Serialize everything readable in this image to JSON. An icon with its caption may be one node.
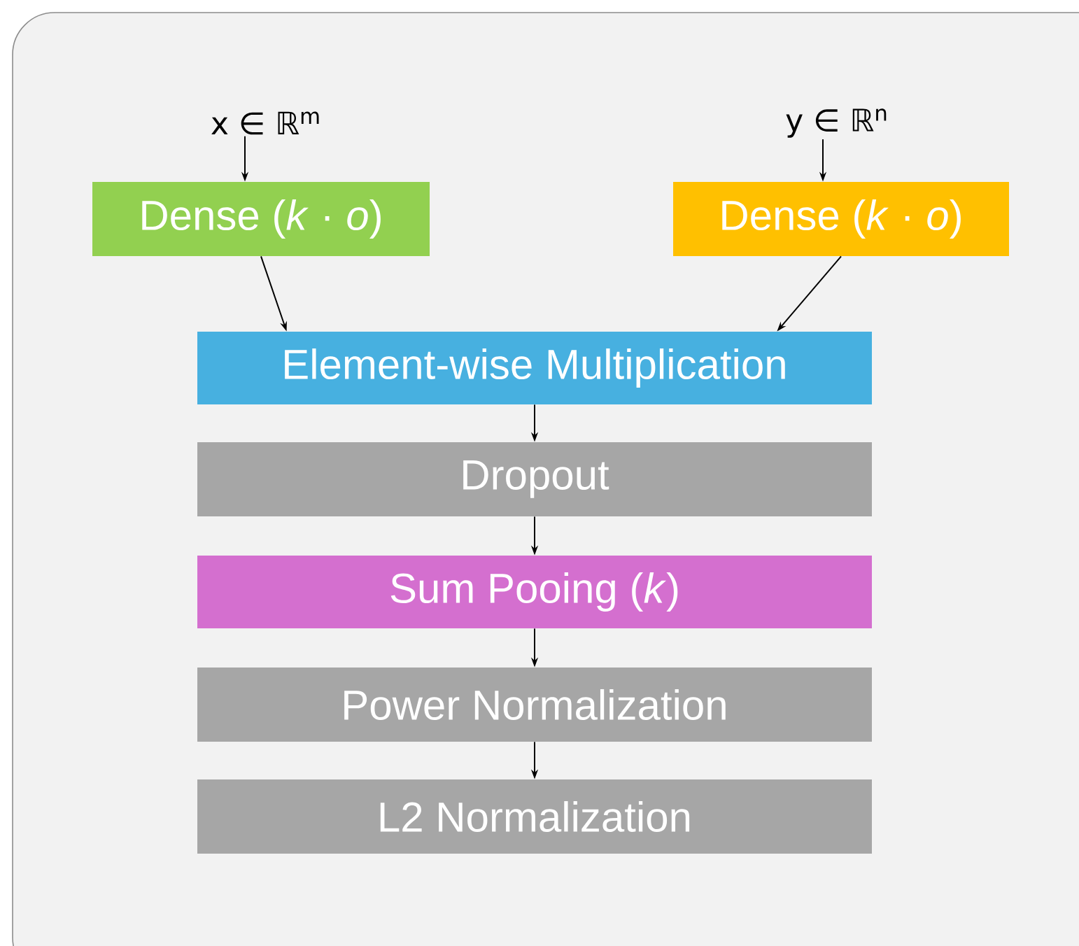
{
  "diagram": {
    "nodes": [
      {
        "text": [
          "x ∈ ℝ$^{m}$"
        ]
      },
      {
        "text": [
          "y ∈ ℝ$^{n}$"
        ]
      },
      {
        "text": [
          "Dense (*k* · *o*)"
        ]
      },
      {
        "text": [
          "Dense (*k* · *o*)"
        ]
      },
      {
        "text": [
          "Element-wise Multiplication"
        ]
      },
      {
        "text": [
          "Dropout"
        ]
      },
      {
        "text": [
          "Sum Pooing (*k*)"
        ]
      },
      {
        "text": [
          "Power Normalization"
        ]
      },
      {
        "text": [
          "L2 Normalization"
        ]
      }
    ],
    "edges": [
      {
        "from": 0,
        "to": 2,
        "arrow": "to"
      },
      {
        "from": 1,
        "to": 3,
        "arrow": "to"
      },
      {
        "from": 2,
        "to": 4,
        "arrow": "to"
      },
      {
        "from": 3,
        "to": 4,
        "arrow": "to"
      },
      {
        "from": 4,
        "to": 5,
        "arrow": "to"
      },
      {
        "from": 5,
        "to": 6,
        "arrow": "to"
      },
      {
        "from": 6,
        "to": 7,
        "arrow": "to"
      },
      {
        "from": 7,
        "to": 8,
        "arrow": "to"
      }
    ]
  }
}
